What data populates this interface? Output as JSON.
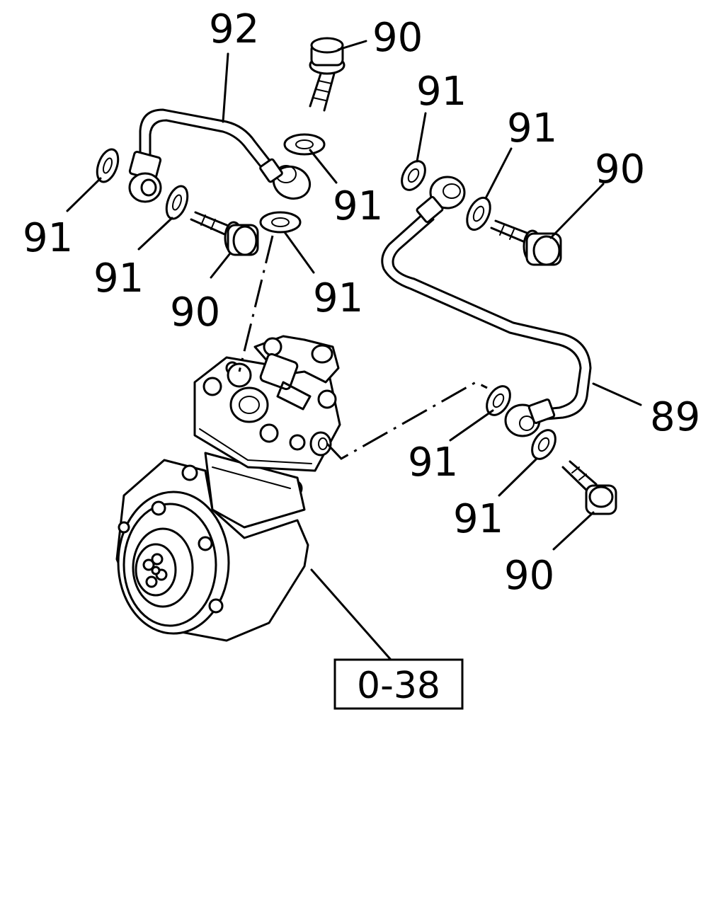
{
  "callouts": {
    "c92": "92",
    "c90_top": "90",
    "c91_left": "91",
    "c91_a": "91",
    "c90_mid": "90",
    "c91_b": "91",
    "c91_c": "91",
    "c91_d": "91",
    "c91_e": "91",
    "c90_right": "90",
    "c89": "89",
    "c91_f": "91",
    "c91_g": "91",
    "c90_bottom": "90"
  },
  "reference_box": {
    "label": "0-38"
  }
}
